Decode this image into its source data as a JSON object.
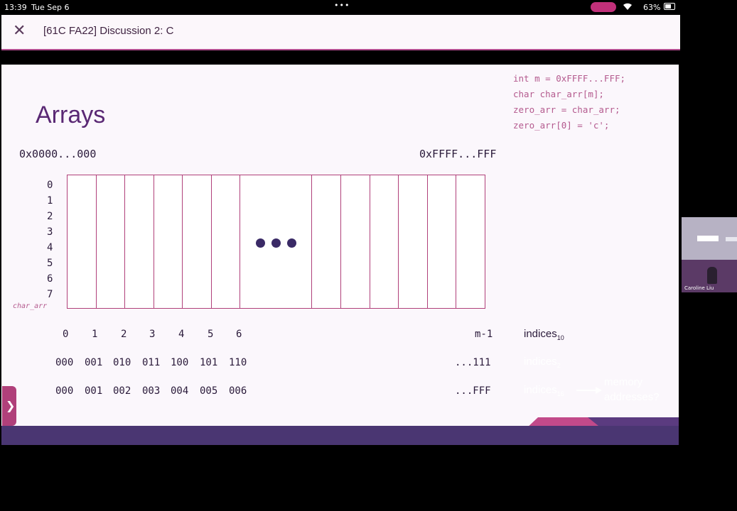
{
  "status_bar": {
    "time": "13:39",
    "date": "Tue Sep 6",
    "dots": "•••",
    "battery": "63%"
  },
  "header": {
    "close_label": "✕",
    "title": "[61C FA22] Discussion 2: C"
  },
  "slide": {
    "title": "Arrays",
    "code_lines": [
      "int m = 0xFFFF...FFF;",
      "char char_arr[m];",
      "zero_arr = char_arr;",
      "zero_arr[0] = 'c';"
    ],
    "address_start": "0x0000...000",
    "address_end": "0xFFFF...FFF",
    "row_labels": [
      "0",
      "1",
      "2",
      "3",
      "4",
      "5",
      "6",
      "7"
    ],
    "array_name": "char_arr",
    "indices_dec": [
      "0",
      "1",
      "2",
      "3",
      "4",
      "5",
      "6"
    ],
    "indices_dec_last": "m-1",
    "indices_dec_label": "indices",
    "indices_dec_sub": "10",
    "indices_bin": [
      "000",
      "001",
      "010",
      "011",
      "100",
      "101",
      "110"
    ],
    "indices_bin_last": "...111",
    "indices_bin_label": "indices",
    "indices_bin_sub": "2",
    "indices_hex": [
      "000",
      "001",
      "002",
      "003",
      "004",
      "005",
      "006"
    ],
    "indices_hex_last": "...FFF",
    "indices_hex_label": "indices",
    "indices_hex_sub": "16",
    "memory_label_line1": "memory",
    "memory_label_line2": "addresses?"
  },
  "sidebar": {
    "expand_label": "❯"
  },
  "video": {
    "participant_name": "Caroline Liu"
  },
  "colors": {
    "accent_pink": "#b0407a",
    "title_purple": "#5a2874",
    "bar_purple": "#4a3672"
  }
}
